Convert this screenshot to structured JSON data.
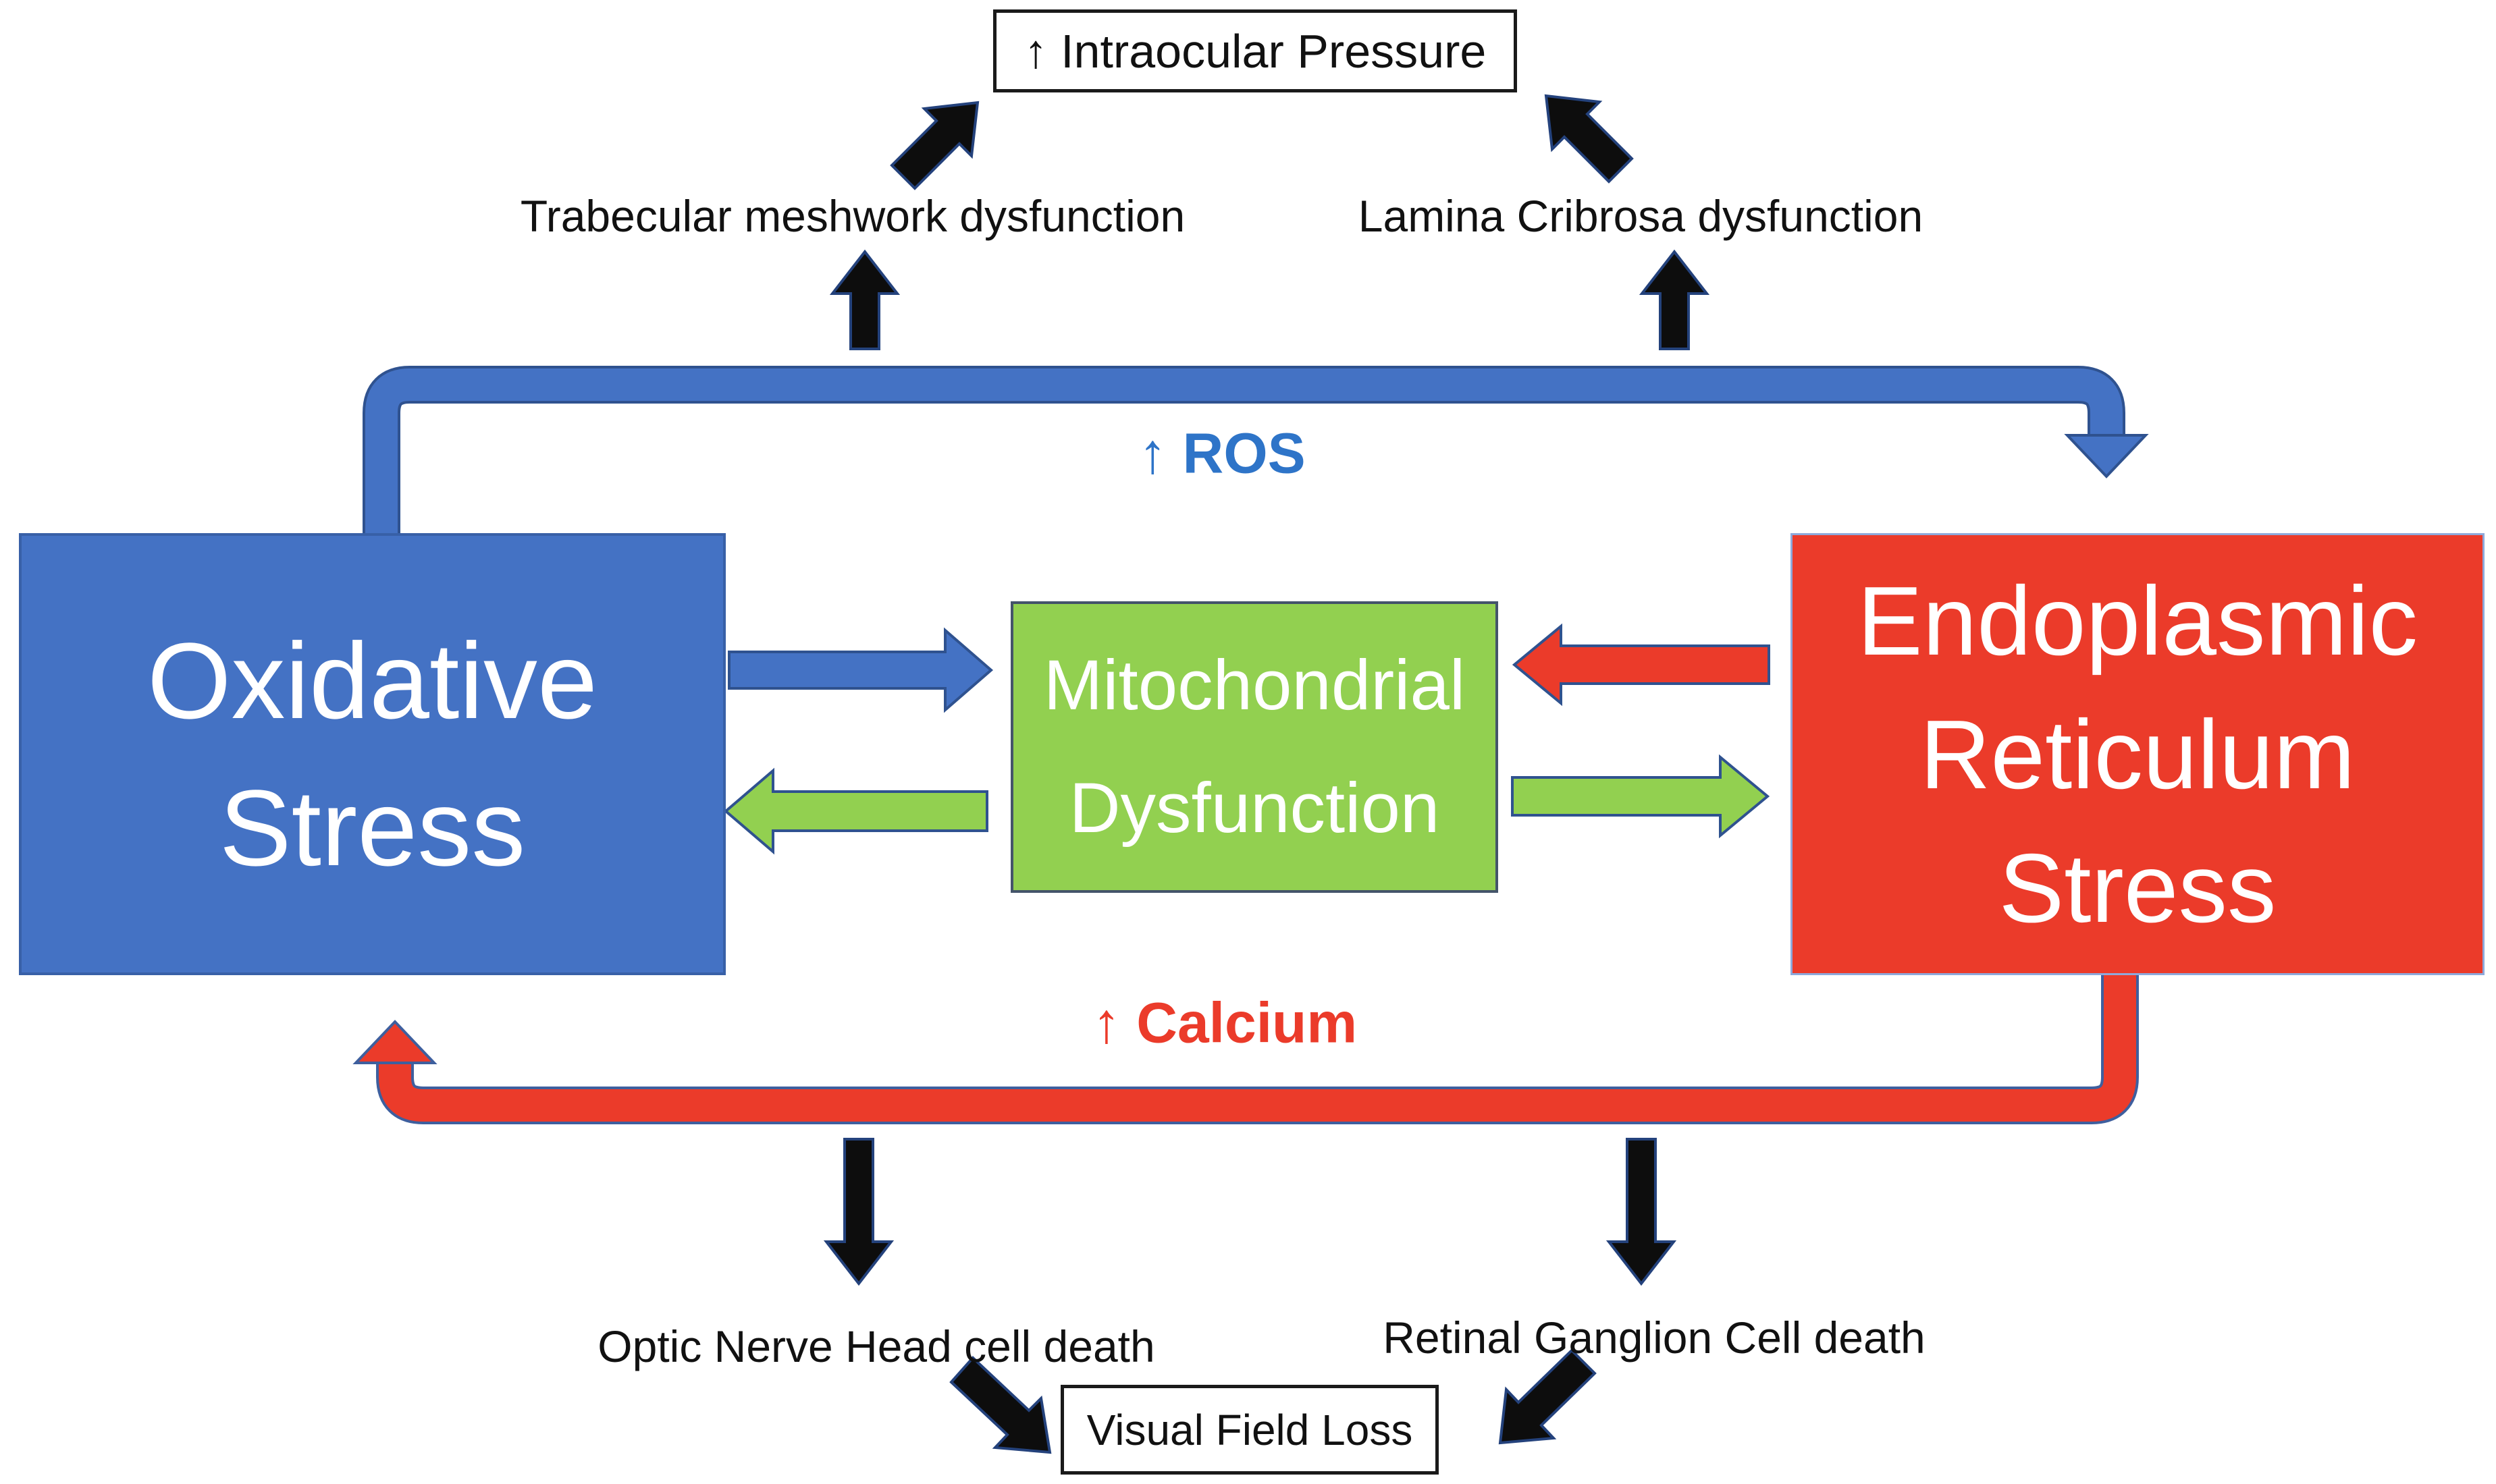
{
  "diagram": {
    "title": "Glaucoma stress pathway diagram",
    "nodes": {
      "intraocular_pressure": {
        "label": "↑ Intraocular Pressure"
      },
      "oxidative_stress": {
        "line1": "Oxidative",
        "line2": "Stress"
      },
      "mitochondrial_dysfunction": {
        "line1": "Mitochondrial",
        "line2": "Dysfunction"
      },
      "er_stress": {
        "line1": "Endoplasmic",
        "line2": "Reticulum",
        "line3": "Stress"
      },
      "visual_field_loss": {
        "label": "Visual Field Loss"
      }
    },
    "labels": {
      "trabecular": "Trabecular meshwork dysfunction",
      "lamina": "Lamina Cribrosa dysfunction",
      "ros": "↑ ROS",
      "calcium": "↑ Calcium",
      "optic_nerve": "Optic Nerve Head cell death",
      "retinal_ganglion": "Retinal Ganglion Cell death"
    },
    "colors": {
      "blue": "#4472C4",
      "blue_outline": "#2F528F",
      "green": "#92D050",
      "red": "#EB3B2A",
      "red_outline": "#3E5F9E",
      "ros_text": "#2E74C8",
      "calcium_text": "#EB3B2A",
      "black_arrow": "#0d0d0d",
      "black_arrow_outline": "#24427C"
    }
  }
}
